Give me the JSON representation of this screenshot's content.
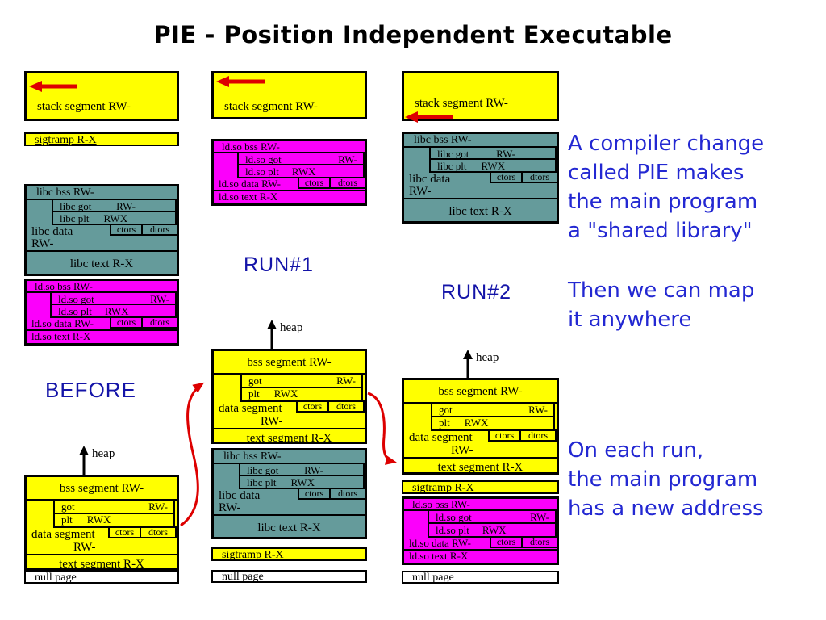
{
  "slide": {
    "title": "PIE - Position Independent Executable"
  },
  "colors": {
    "segment_yellow": "#FFFF00",
    "segment_teal": "#659B9B",
    "segment_magenta": "#FB00FB",
    "arrow_red": "#DD0000",
    "annotation_blue": "#2328D2",
    "label_blue": "#1414A8"
  },
  "labels": {
    "before": "BEFORE",
    "run1": "RUN#1",
    "run2": "RUN#2",
    "heap": "heap"
  },
  "segments": {
    "stack": "stack segment RW-",
    "sigtramp": "sigtramp R-X",
    "null_page": "null page",
    "program": {
      "bss": "bss segment RW-",
      "got": "got",
      "got_perm": "RW-",
      "plt": "plt",
      "plt_perm": "RWX",
      "data_line1": "data segment",
      "data_line2": "RW-",
      "ctors": "ctors",
      "dtors": "dtors",
      "text": "text segment R-X"
    },
    "libc": {
      "bss": "libc bss RW-",
      "got": "libc got",
      "got_perm": "RW-",
      "plt": "libc plt",
      "plt_perm": "RWX",
      "data_line1": "libc data",
      "data_line2": "RW-",
      "ctors": "ctors",
      "dtors": "dtors",
      "text": "libc text R-X"
    },
    "ldso": {
      "bss": "ld.so bss RW-",
      "got": "ld.so got",
      "got_perm": "RW-",
      "plt": "ld.so plt",
      "plt_perm": "RWX",
      "data": "ld.so data RW-",
      "ctors": "ctors",
      "dtors": "dtors",
      "text": "ld.so text  R-X"
    }
  },
  "annotations": {
    "block1": [
      "A compiler change",
      "called PIE makes",
      "the main program",
      "a \"shared library\""
    ],
    "block2": [
      "Then we can map",
      "it anywhere"
    ],
    "block3": [
      "On each run,",
      "the main program",
      "has a new address"
    ]
  }
}
